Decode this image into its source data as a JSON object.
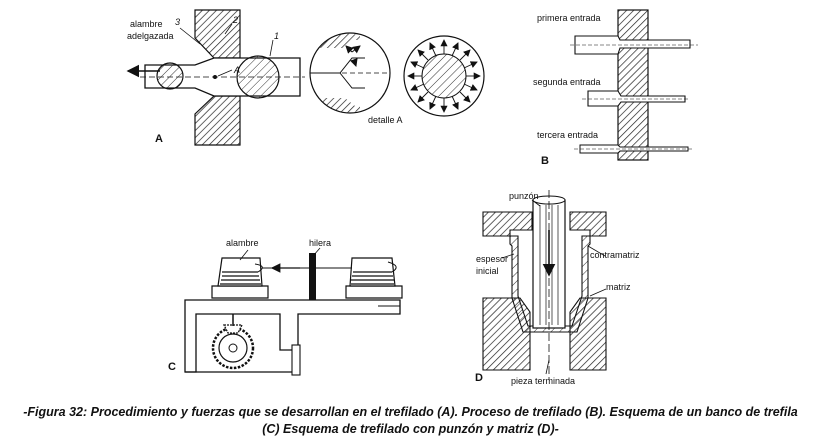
{
  "panel_a": {
    "letter": "A",
    "label_alambre": "alambre",
    "label_adelgazada": "adelgazada",
    "num_3": "3",
    "num_2": "2",
    "num_1": "1",
    "point_a": "A",
    "detalle": "detalle A"
  },
  "panel_b": {
    "letter": "B",
    "primera": "primera entrada",
    "segunda": "segunda entrada",
    "tercera": "tercera entrada"
  },
  "panel_c": {
    "letter": "C",
    "alambre": "alambre",
    "hilera": "hilera"
  },
  "panel_d": {
    "letter": "D",
    "punzon": "punzón",
    "espesor": "espesor",
    "inicial": "inicial",
    "contramatriz": "contramatriz",
    "matriz": "matriz",
    "pieza": "pieza terminada"
  },
  "caption": {
    "line1": "-Figura 32: Procedimiento y fuerzas que se desarrollan en el trefilado (A). Proceso de trefilado (B). Esquema de un banco de trefila",
    "line2": "(C) Esquema de trefilado con punzón y matriz (D)-"
  }
}
